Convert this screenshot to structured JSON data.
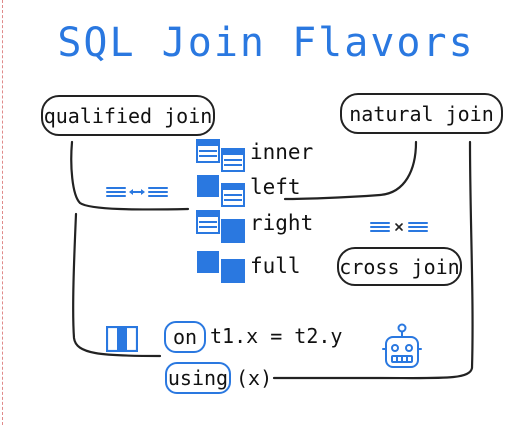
{
  "title": "SQL Join Flavors",
  "qualified_join": "qualified join",
  "natural_join": "natural join",
  "cross_join": "cross join",
  "joins": [
    "inner",
    "left",
    "right",
    "full"
  ],
  "on_keyword": "on",
  "on_condition": "t1.x = t2.y",
  "using_keyword": "using",
  "using_args": "(x)",
  "colors": {
    "accent": "#2a78e0",
    "ink": "#222222"
  },
  "icons": [
    "equal-join-icon",
    "cross-product-icon",
    "table-pair-icon",
    "robot-icon"
  ]
}
